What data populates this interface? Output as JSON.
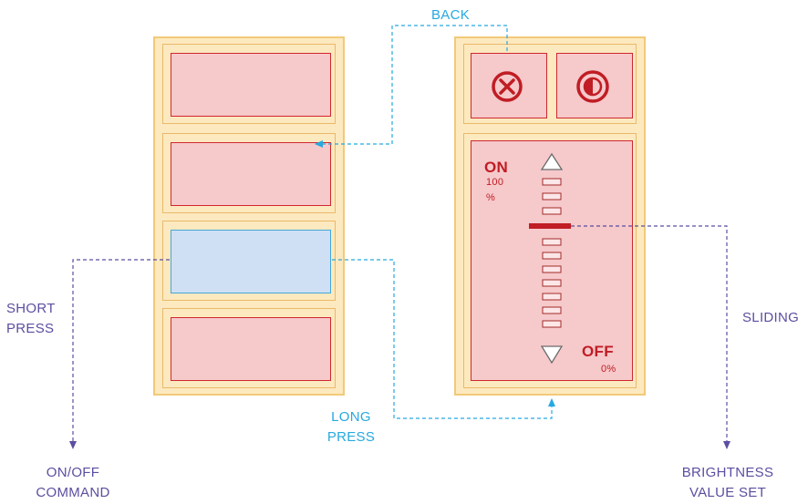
{
  "labels": {
    "back": "BACK",
    "short_press": [
      "SHORT",
      "PRESS"
    ],
    "long_press": [
      "LONG",
      "PRESS"
    ],
    "sliding": "SLIDING",
    "on_off_command": [
      "ON/OFF",
      "COMMAND"
    ],
    "brightness_value_set": [
      "BRIGHTNESS",
      "VALUE SET"
    ]
  },
  "slider": {
    "on_label": "ON",
    "on_value": "100",
    "on_unit": "%",
    "off_label": "OFF",
    "off_value": "0%"
  },
  "icons": [
    "close-circle-icon",
    "half-contrast-icon",
    "triangle-up-icon",
    "triangle-down-icon"
  ],
  "colors": {
    "panel_fill": "#fde9bf",
    "button_fill": "#f6c9cb",
    "button_border": "#d0272f",
    "active_fill": "#cfe0f4",
    "active_border": "#45a7d8",
    "back_arrow": "#26a9e0",
    "command_arrow": "#5a4fa1"
  }
}
